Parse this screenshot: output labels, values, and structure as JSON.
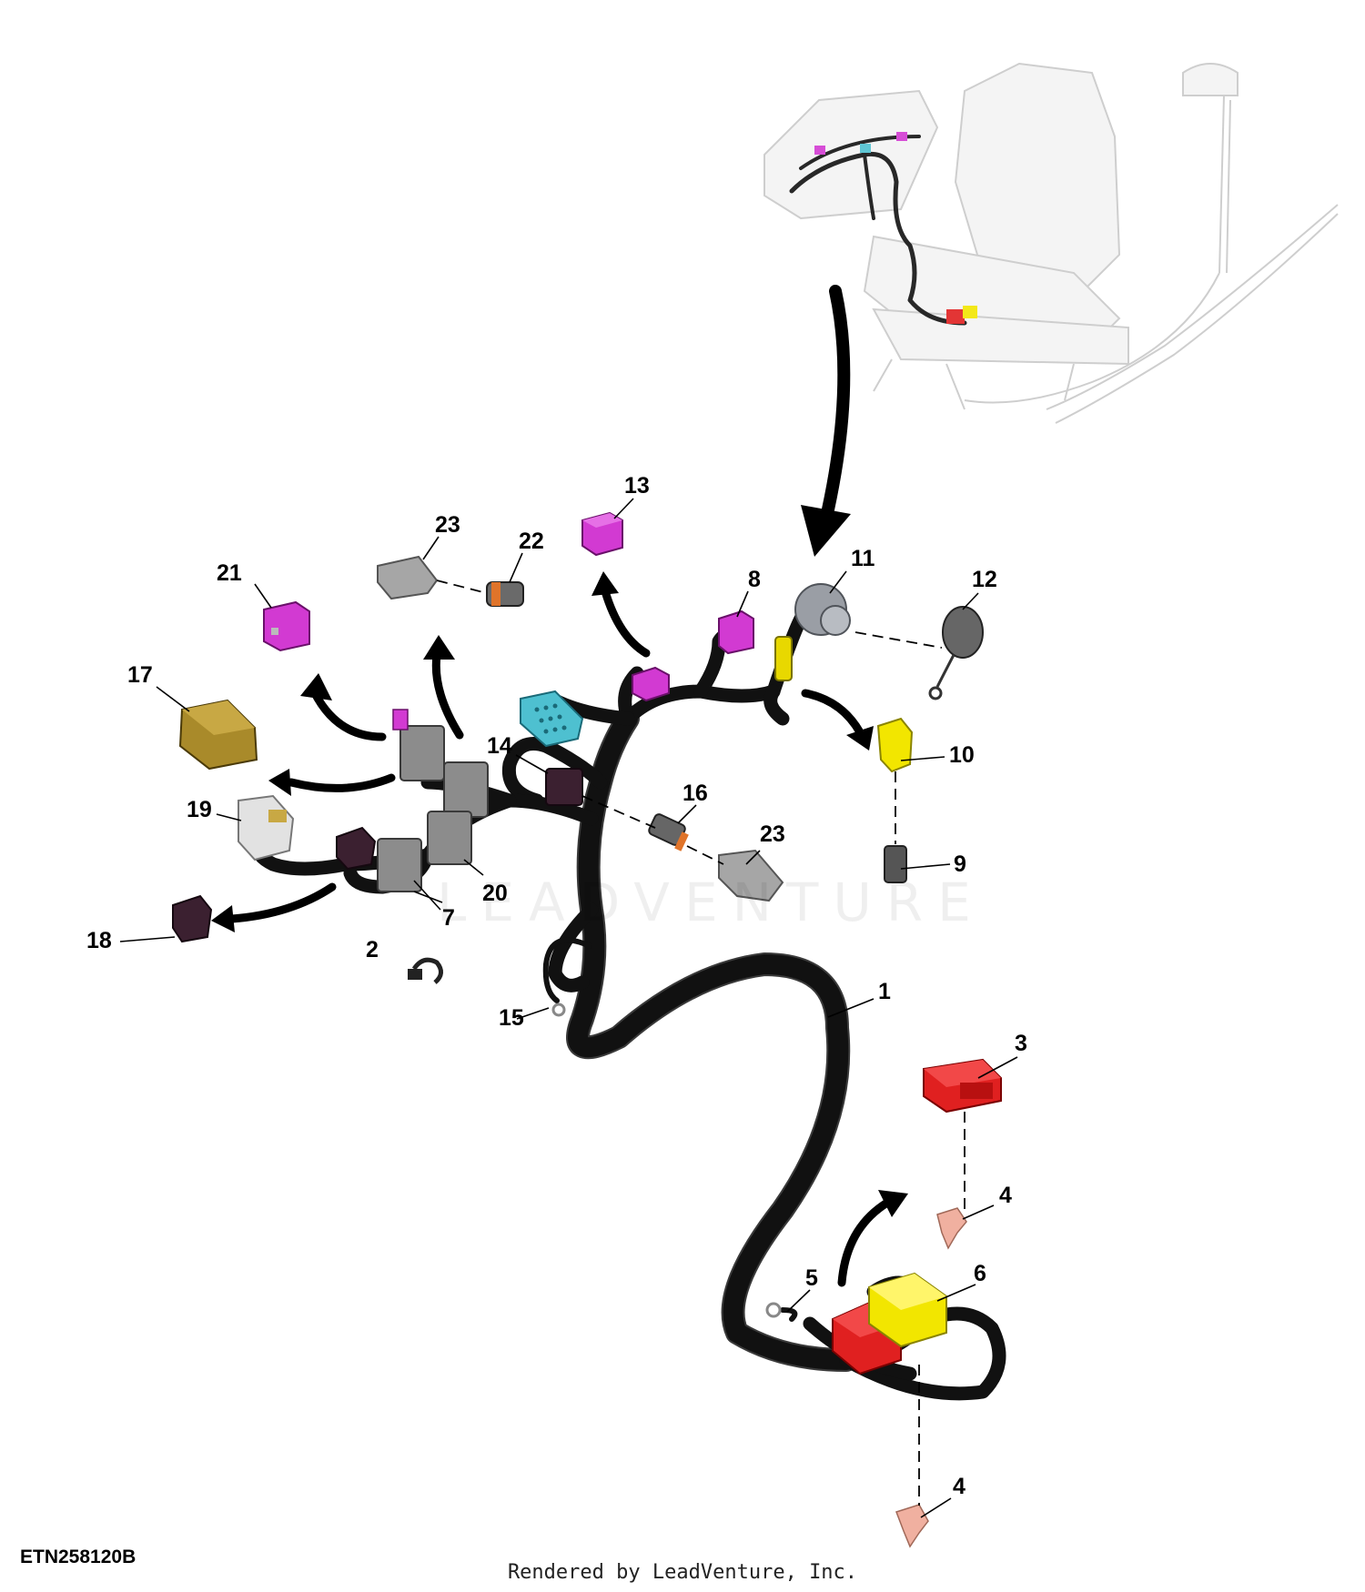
{
  "figure_id": "ETN258120B",
  "render_credit": "Rendered by LeadVenture, Inc.",
  "watermark_text": "LEADVENTURE",
  "colors": {
    "harness": "#111111",
    "magenta_connector": "#d23ad2",
    "cyan_connector": "#4ec0d0",
    "red_connector": "#e02020",
    "yellow_connector": "#f2e600",
    "gray_connector": "#8c8c8c",
    "gold_connector": "#a98a2a",
    "dark_connector": "#3b2030",
    "terminal_pink": "#f0b0a0"
  },
  "callouts": [
    {
      "id": "c1",
      "label": "1"
    },
    {
      "id": "c2",
      "label": "2"
    },
    {
      "id": "c3",
      "label": "3"
    },
    {
      "id": "c4a",
      "label": "4"
    },
    {
      "id": "c4b",
      "label": "4"
    },
    {
      "id": "c5",
      "label": "5"
    },
    {
      "id": "c6",
      "label": "6"
    },
    {
      "id": "c7",
      "label": "7"
    },
    {
      "id": "c8",
      "label": "8"
    },
    {
      "id": "c9",
      "label": "9"
    },
    {
      "id": "c10",
      "label": "10"
    },
    {
      "id": "c11",
      "label": "11"
    },
    {
      "id": "c12",
      "label": "12"
    },
    {
      "id": "c13",
      "label": "13"
    },
    {
      "id": "c14",
      "label": "14"
    },
    {
      "id": "c15",
      "label": "15"
    },
    {
      "id": "c16",
      "label": "16"
    },
    {
      "id": "c17",
      "label": "17"
    },
    {
      "id": "c18",
      "label": "18"
    },
    {
      "id": "c19",
      "label": "19"
    },
    {
      "id": "c20",
      "label": "20"
    },
    {
      "id": "c21",
      "label": "21"
    },
    {
      "id": "c22",
      "label": "22"
    },
    {
      "id": "c23a",
      "label": "23"
    },
    {
      "id": "c23b",
      "label": "23"
    }
  ]
}
